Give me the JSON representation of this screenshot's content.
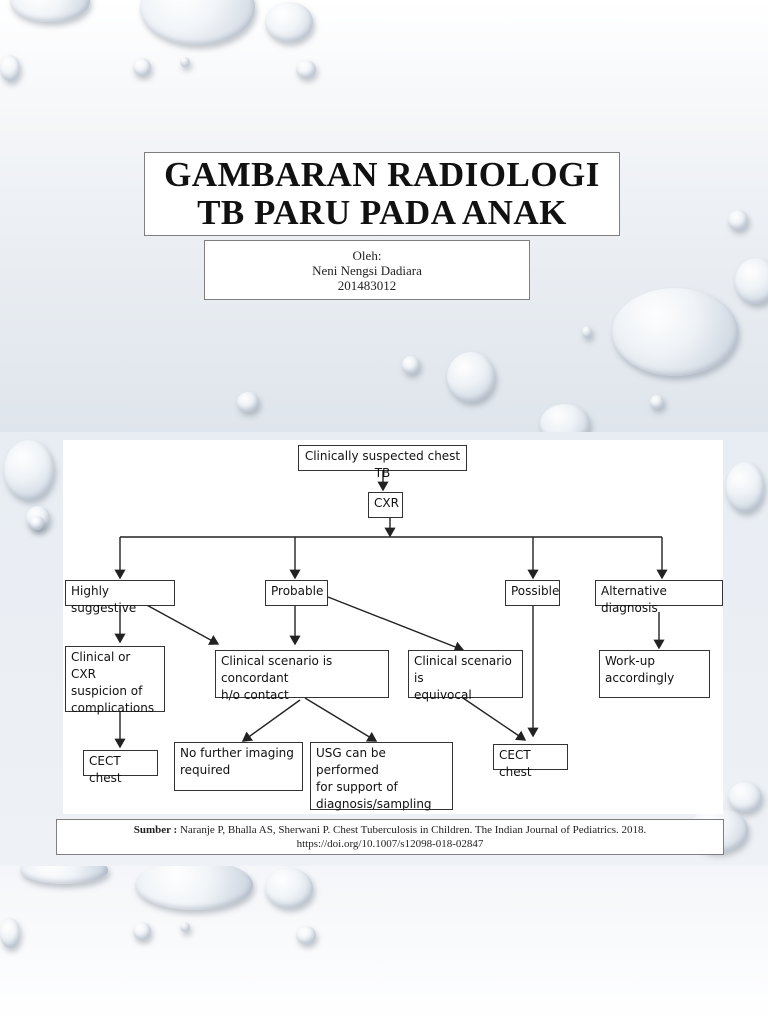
{
  "slide1": {
    "title_line1": "GAMBARAN RADIOLOGI",
    "title_line2": "TB PARU PADA ANAK",
    "author_label": "Oleh:",
    "author_name": "Neni Nengsi Dadiara",
    "author_id": "201483012"
  },
  "flowchart": {
    "root": "Clinically suspected chest TB",
    "cxr": "CXR",
    "highly_suggestive": "Highly suggestive",
    "probable": "Probable",
    "possible": "Possible",
    "alternative": "Alternative diagnosis",
    "complications": "Clinical or CXR\nsuspicion of\ncomplications",
    "concordant": "Clinical scenario is concordant\nh/o contact",
    "equivocal": "Clinical scenario is\nequivocal",
    "workup": "Work-up\naccordingly",
    "cect_left": "CECT chest",
    "no_imaging": "No further imaging\nrequired",
    "usg": "USG can be performed\n for support of\ndiagnosis/sampling",
    "cect_right": "CECT chest"
  },
  "source": {
    "label": "Sumber :",
    "citation": " Naranje P, Bhalla AS, Sherwani P. Chest Tuberculosis in Children. The Indian Journal of Pediatrics. 2018.",
    "doi": "https://doi.org/10.1007/s12098-018-02847"
  }
}
